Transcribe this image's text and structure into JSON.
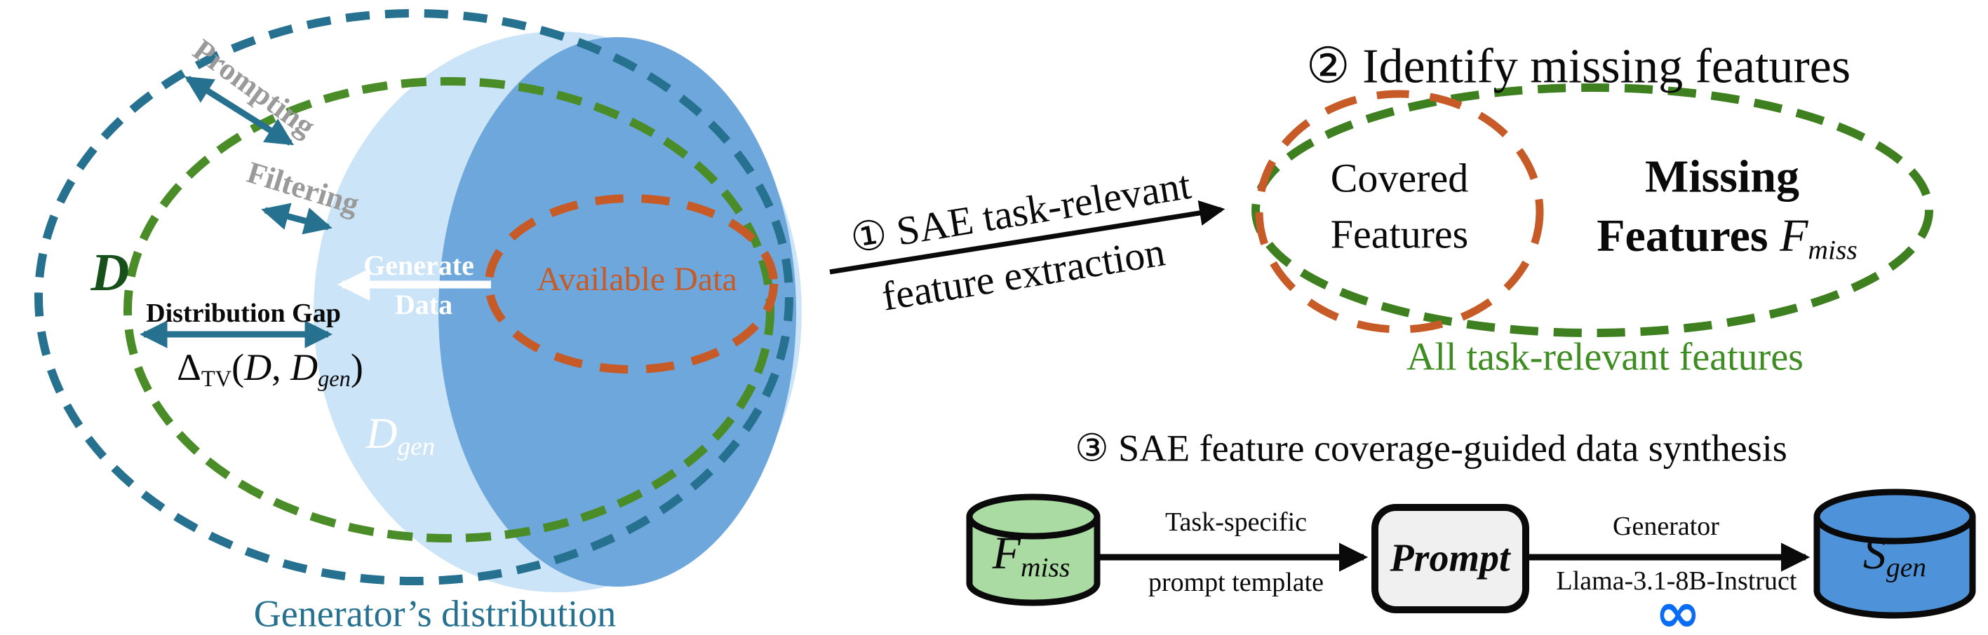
{
  "colors": {
    "teal": "#26718f",
    "green_left_ellipse": "#4a8c28",
    "green_right_ellipse": "#3e7f20",
    "green_text": "#3f8c22",
    "orange": "#c65b27",
    "light_blue_fill": "#cbe4f7",
    "mid_blue_fill": "#6da7db",
    "gray_label": "#9a9a9a",
    "dark_green_symbol": "#17501a",
    "meta_blue": "#0a6cf5",
    "fmiss_cylinder_fill": "#a9dba2",
    "sgen_cylinder_fill": "#4e93d9",
    "prompt_box_fill": "#f0f0f0"
  },
  "left": {
    "prompting": "Prompting",
    "filtering": "Filtering",
    "d_symbol": "D",
    "distribution_gap": "Distribution Gap",
    "delta": {
      "sym": "Δ",
      "sub": "TV",
      "open": "(",
      "d1": "D",
      "comma": ", ",
      "d2": "D",
      "d2sub": "gen",
      "close": ")"
    },
    "generate_line1": "Generate",
    "generate_line2": "Data",
    "available_data": "Available Data",
    "dgen": {
      "main": "D",
      "sub": "gen"
    },
    "caption": "Generator’s distribution"
  },
  "step1": {
    "line1": "① SAE task-relevant",
    "line2": "feature extraction"
  },
  "step2": {
    "title": "② Identify missing features",
    "covered_line1": "Covered",
    "covered_line2": "Features",
    "missing_line1": "Missing",
    "missing_prefix": "Features ",
    "missing_f": "F",
    "missing_sub": "miss",
    "caption": "All task-relevant features"
  },
  "step3": {
    "title": "③ SAE feature coverage-guided data synthesis",
    "fmiss": {
      "main": "F",
      "sub": "miss"
    },
    "arrow1_top": "Task-specific",
    "arrow1_bottom": "prompt template",
    "prompt": "Prompt",
    "arrow2_top": "Generator",
    "arrow2_bottom": "Llama-3.1-8B-Instruct",
    "meta_glyph": "∞",
    "sgen": {
      "main": "S",
      "sub": "gen"
    }
  }
}
